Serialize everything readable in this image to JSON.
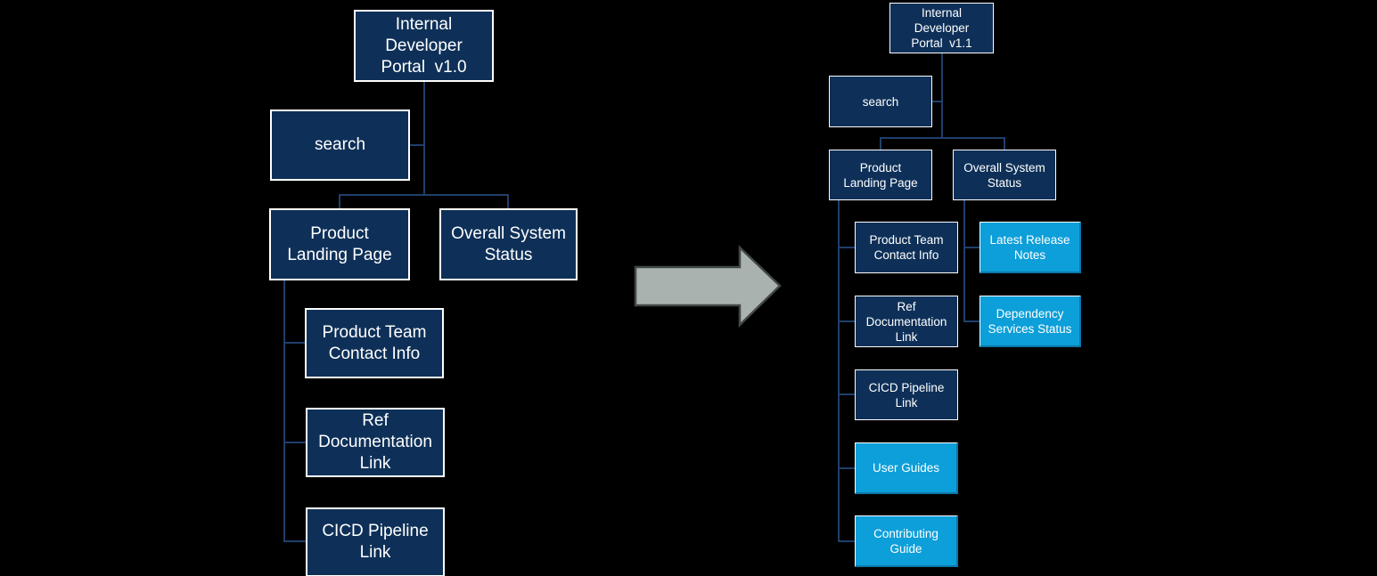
{
  "colors": {
    "background": "#000000",
    "box_fill": "#0e3058",
    "box_border": "#ffffff",
    "new_fill": "#0d9fd9",
    "new_edge": "#0c76a8",
    "connector": "#1f3f6b",
    "text": "#ffffff",
    "arrow_fill": "#a9b2ae",
    "arrow_border": "#414846"
  },
  "left_tree": {
    "root": [
      "Internal",
      "Developer",
      "Portal  v1.0"
    ],
    "search": [
      "search"
    ],
    "product_landing_page": [
      "Product",
      "Landing Page"
    ],
    "overall_system_status": [
      "Overall System",
      "Status"
    ],
    "product_team_contact_info": [
      "Product Team",
      "Contact Info"
    ],
    "ref_documentation_link": [
      "Ref",
      "Documentation",
      "Link"
    ],
    "cicd_pipeline_link": [
      "CICD Pipeline",
      "Link"
    ]
  },
  "right_tree": {
    "root": [
      "Internal",
      "Developer",
      "Portal  v1.1"
    ],
    "search": [
      "search"
    ],
    "product_landing_page": [
      "Product",
      "Landing Page"
    ],
    "overall_system_status": [
      "Overall System",
      "Status"
    ],
    "product_team_contact_info": [
      "Product Team",
      "Contact Info"
    ],
    "latest_release_notes": [
      "Latest Release",
      "Notes"
    ],
    "ref_documentation_link": [
      "Ref",
      "Documentation",
      "Link"
    ],
    "dependency_services_status": [
      "Dependency",
      "Services Status"
    ],
    "cicd_pipeline_link": [
      "CICD Pipeline",
      "Link"
    ],
    "user_guides": [
      "User Guides"
    ],
    "contributing_guide": [
      "Contributing",
      "Guide"
    ]
  }
}
